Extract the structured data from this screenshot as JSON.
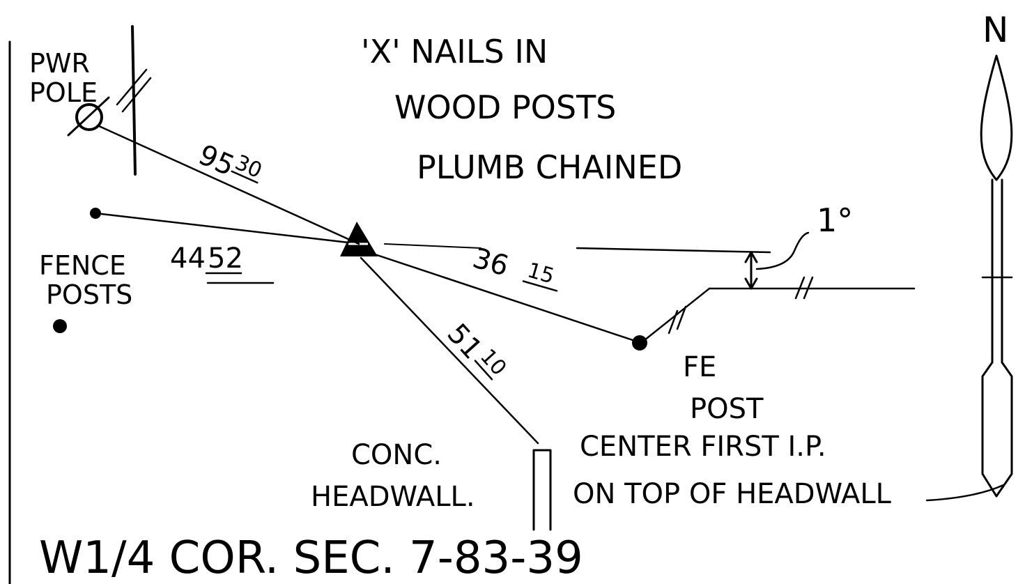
{
  "header_notes": {
    "line1": "'X' NAILS IN",
    "line2": "WOOD POSTS",
    "line3": "PLUMB CHAINED"
  },
  "labels": {
    "pwr_pole_line1": "PWR",
    "pwr_pole_line2": "POLE",
    "fence_posts_line1": "FENCE",
    "fence_posts_line2": "POSTS",
    "fe_post_line1": "FE",
    "fe_post_line2": "POST",
    "conc_headwall_line1": "CONC.",
    "conc_headwall_line2": "HEADWALL.",
    "center_note_line1": "CENTER FIRST I.P.",
    "center_note_line2": "ON TOP OF HEADWALL",
    "north": "N",
    "offset_angle": "1°",
    "title": "W1/4 COR. SEC. 7-83-39"
  },
  "measurements": {
    "to_pwr_pole": {
      "whole": "95",
      "fraction": "30"
    },
    "to_fence_post": {
      "whole": "44",
      "fraction": "52"
    },
    "to_fe_post": {
      "whole": "36",
      "fraction": "15"
    },
    "to_headwall": {
      "whole": "51",
      "fraction": "10"
    }
  }
}
